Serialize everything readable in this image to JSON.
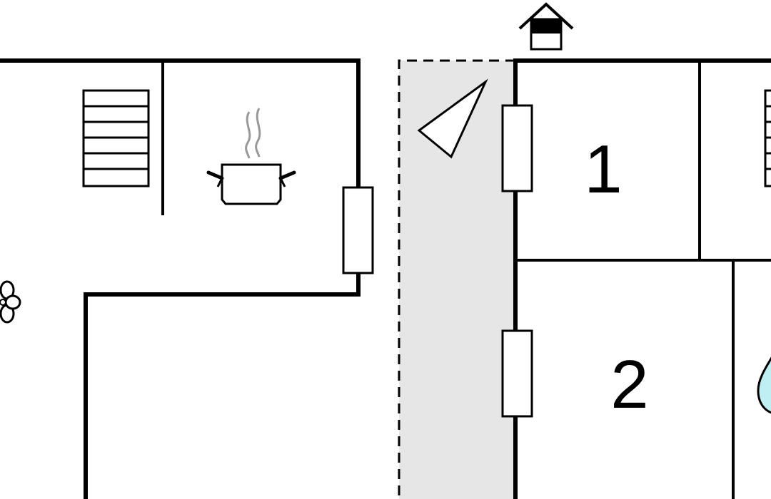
{
  "rooms": [
    {
      "id": "bedroom-1",
      "number": "1"
    },
    {
      "id": "bedroom-2",
      "number": "2"
    }
  ],
  "symbols": {
    "house-entrance": "house-entrance-icon",
    "stairs": "stairs-icon",
    "kitchen": "cooking-pot-icon",
    "terrace": "terrace-triangle-icon",
    "fan": "fan-icon",
    "water": "water-drop-icon"
  },
  "colors": {
    "walls": "#000000",
    "covered_area": "#e6e6e6",
    "water": "#bfeff2"
  }
}
